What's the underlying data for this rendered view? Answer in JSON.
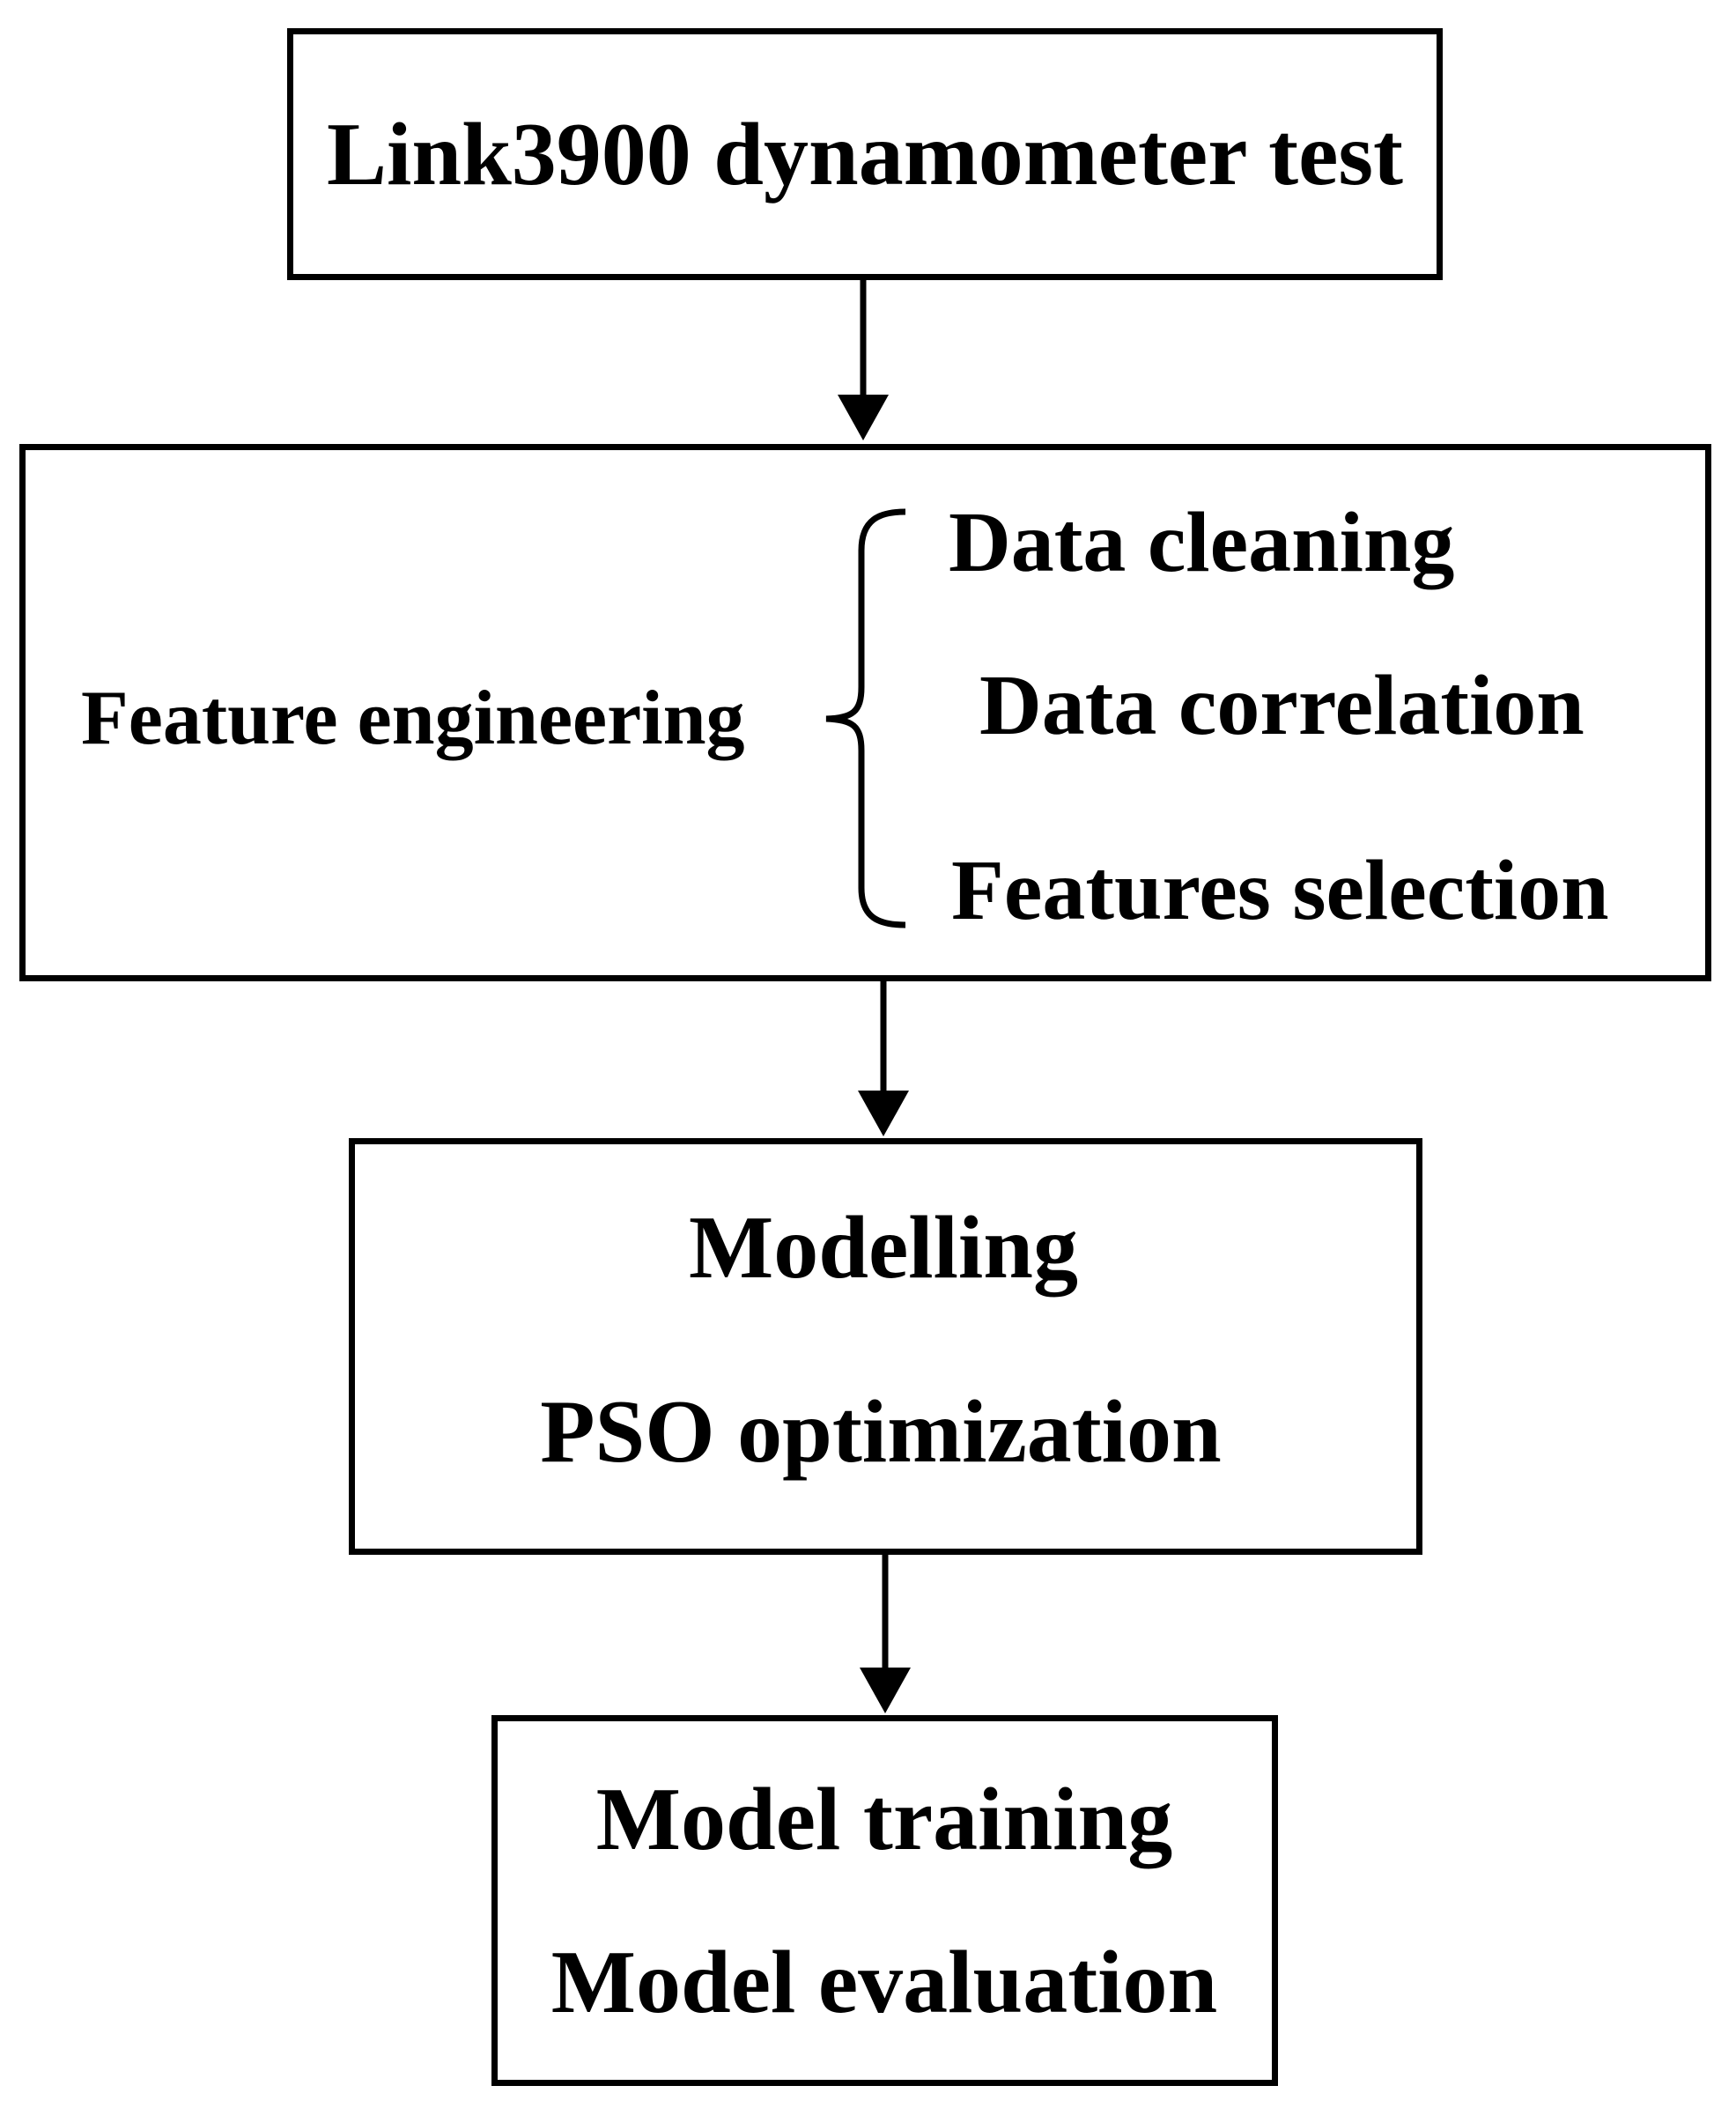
{
  "diagram": {
    "step1": {
      "label": "Link3900 dynamometer test"
    },
    "step2": {
      "label": "Feature engineering",
      "items": [
        "Data cleaning",
        "Data correlation",
        "Features selection"
      ]
    },
    "step3": {
      "lines": [
        "Modelling",
        "PSO optimization"
      ]
    },
    "step4": {
      "lines": [
        "Model training",
        "Model evaluation"
      ]
    }
  }
}
